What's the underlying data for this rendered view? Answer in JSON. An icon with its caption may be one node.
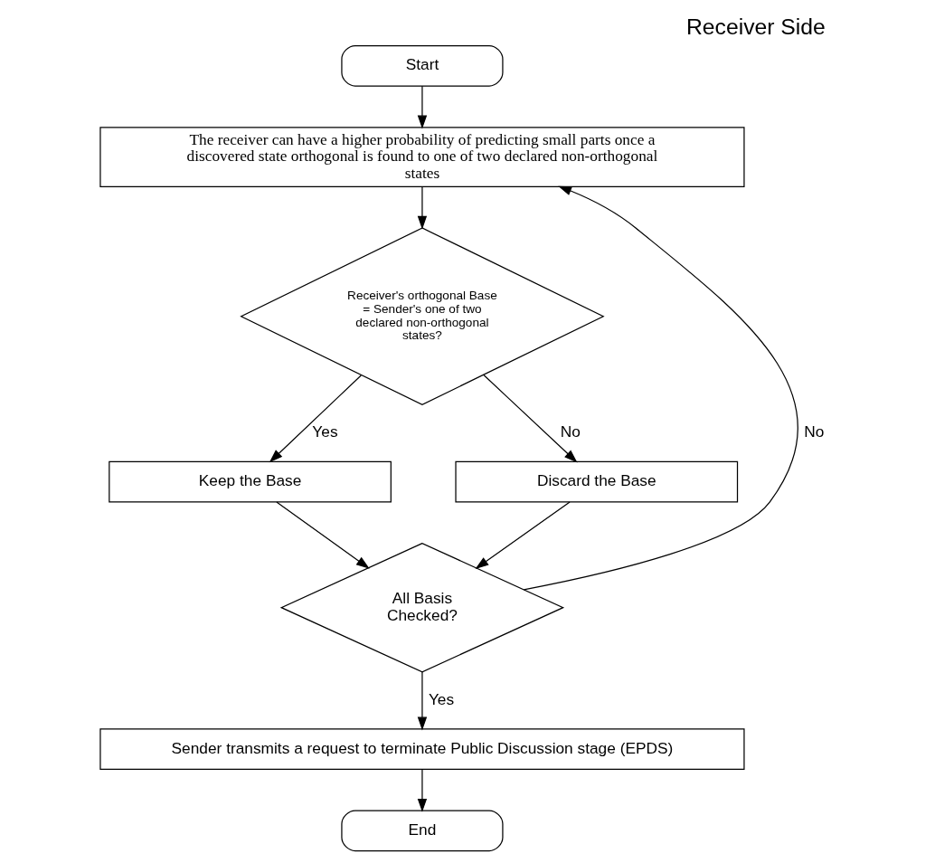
{
  "diagram": {
    "title": "Receiver Side",
    "nodes": [
      {
        "text": [
          "Start"
        ]
      },
      {
        "text": [
          "The receiver can have a higher probability of predicting small parts once a discovered state orthogonal is found to one of two declared non-orthogonal states"
        ]
      },
      {
        "text": [
          "Receiver's orthogonal Base = Sender's one of two declared non-orthogonal states?"
        ]
      },
      {
        "text": [
          "Keep the Base"
        ]
      },
      {
        "text": [
          "Discard the Base"
        ]
      },
      {
        "text": [
          "All Basis Checked?"
        ]
      },
      {
        "text": [
          "Sender transmits a request to terminate Public Discussion stage (EPDS)"
        ]
      },
      {
        "text": [
          "End"
        ]
      }
    ],
    "edges": [
      {
        "from": 0,
        "to": 1,
        "arrow": "to"
      },
      {
        "from": 1,
        "to": 2,
        "arrow": "to"
      },
      {
        "from": 2,
        "to": 3,
        "arrow": "to",
        "label": "Yes"
      },
      {
        "from": 2,
        "to": 4,
        "arrow": "to",
        "label": "No"
      },
      {
        "from": 3,
        "to": 5,
        "arrow": "to"
      },
      {
        "from": 4,
        "to": 5,
        "arrow": "to"
      },
      {
        "from": 5,
        "to": 6,
        "arrow": "to",
        "label": "Yes"
      },
      {
        "from": 6,
        "to": 7,
        "arrow": "to"
      },
      {
        "from": 5,
        "to": 1,
        "arrow": "to",
        "label": "No"
      }
    ]
  }
}
